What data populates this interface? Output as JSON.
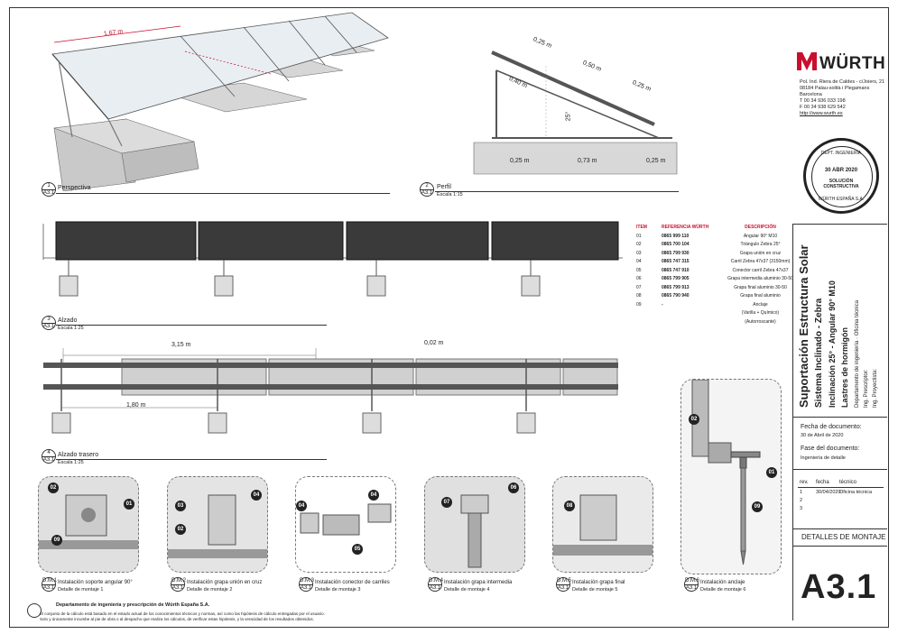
{
  "brand": {
    "name": "WÜRTH",
    "color": "#c8102e"
  },
  "address": {
    "lines": [
      "Pol. Ind. Riera de Caldes - c/Joiers, 21",
      "08184 Palau-solità i Plegamans",
      "Barcelona",
      "T 00 34 936 033 198",
      "F 00 34 938 629 542"
    ],
    "url": "http://www.wurth.es"
  },
  "stamp": {
    "top": "DEPT. INGENIERÍA",
    "date": "30 ABR 2020",
    "line1": "SOLUCIÓN",
    "line2": "CONSTRUCTIVA",
    "bottom": "WÜRTH   ESPAÑA S.A."
  },
  "dimensions": {
    "panel_width": "1,67 m",
    "profile_top": "0,25 m",
    "profile_mid": "0,50 m",
    "profile_right": "0,25 m",
    "profile_leg": "0,40 m",
    "angle": "25°",
    "base_left": "0,25 m",
    "base_mid": "0,73 m",
    "base_right": "0,25 m",
    "span": "3,15 m",
    "gap": "0,02 m",
    "spacing": "1,80 m"
  },
  "views": [
    {
      "num": "1",
      "sheet": "A3.1",
      "title": "Perspectiva",
      "scale": ""
    },
    {
      "num": "2",
      "sheet": "A3.1",
      "title": "Perfil",
      "scale": "Escala 1:15"
    },
    {
      "num": "3",
      "sheet": "A3.1",
      "title": "Alzado",
      "scale": "Escala 1:25"
    },
    {
      "num": "4",
      "sheet": "A3.1",
      "title": "Alzado trasero",
      "scale": "Escala 1:25"
    }
  ],
  "parts_table": {
    "headers": [
      "ITEM",
      "REFERENCIA WÜRTH",
      "DESCRIPCIÓN"
    ],
    "rows": [
      [
        "01",
        "0865 999 110",
        "Angular 90° M10"
      ],
      [
        "02",
        "0865 700 104",
        "Triángulo Zebra 25°"
      ],
      [
        "03",
        "0865 799 930",
        "Grapa unión en cruz"
      ],
      [
        "04",
        "0865 747 315",
        "Carril Zebra 47x37 (3150mm)"
      ],
      [
        "05",
        "0865 747 910",
        "Conector carril Zebra 47x37"
      ],
      [
        "06",
        "0865 799 905",
        "Grapa intermedia aluminio 30-50"
      ],
      [
        "07",
        "0865 799 913",
        "Grapa final aluminio 30-50"
      ],
      [
        "08",
        "0865 790 940",
        "Grapa final aluminio"
      ],
      [
        "09",
        "-",
        "Anclaje"
      ],
      [
        "",
        "",
        "(Varilla + Químico)"
      ],
      [
        "",
        "",
        "(Autorroscante)"
      ]
    ]
  },
  "title_block": {
    "title": "Suportación Estructura Solar",
    "sub1": "Sistema Inclinado - Zebra",
    "sub2": "Inclinación 25° - Angular 90° M10",
    "sub3": "Lastres de hormigón",
    "dept": "Departamento de ingeniería · Oficina técnica",
    "prescriptor": "Ing. Prescriptor:",
    "proyectista": "Ing. Proyectista:",
    "fecha_label": "Fecha de documento:",
    "fecha": "30 de Abril de 2020",
    "fase_label": "Fase del documento:",
    "fase": "Ingeniería de detalle",
    "rev_headers": [
      "rev.",
      "fecha",
      "técnico"
    ],
    "revs": [
      [
        "1",
        "30/04/2020",
        "Oficina técnica"
      ],
      [
        "2",
        "",
        ""
      ],
      [
        "3",
        "",
        ""
      ]
    ],
    "sheet_title": "DETALLES DE MONTAJE",
    "sheet_number": "A3.1"
  },
  "details": [
    {
      "code": "D.M.1",
      "sheet": "A3.1",
      "title": "Instalación soporte angular 90°",
      "sub": "Detalle de montaje 1",
      "callouts": [
        "02",
        "01",
        "09"
      ]
    },
    {
      "code": "D.M.2",
      "sheet": "A3.1",
      "title": "Instalación grapa unión en cruz",
      "sub": "Detalle de montaje 2",
      "callouts": [
        "04",
        "03",
        "02"
      ]
    },
    {
      "code": "D.M.3",
      "sheet": "A3.1",
      "title": "Instalación conector de carriles",
      "sub": "Detalle de montaje 3",
      "callouts": [
        "04",
        "04",
        "05"
      ]
    },
    {
      "code": "D.M.4",
      "sheet": "A3.1",
      "title": "Instalación grapa intermedia",
      "sub": "Detalle de montaje 4",
      "callouts": [
        "06",
        "07"
      ]
    },
    {
      "code": "D.M.5",
      "sheet": "A3.1",
      "title": "Instalación grapa final",
      "sub": "Detalle de montaje 5",
      "callouts": [
        "08"
      ]
    },
    {
      "code": "D.M.6",
      "sheet": "A3.1",
      "title": "Instalación anclaje",
      "sub": "Detalle de montaje 6",
      "callouts": [
        "02",
        "01",
        "09"
      ]
    }
  ],
  "footer": {
    "dept": "Departamento de ingeniería y prescripción de Würth España S.A.",
    "note1": "El conjunto de la cálculo está basado en el estado actual de los conocimientos técnicos y normas, así como las hipótesis de cálculo entregadas por el usuario.",
    "note2": "Solo y únicamente incumbe al pie de obra o al despacho que realiza los cálculos, de verificar estas hipótesis, y la veracidad de los resultados obtenidos."
  }
}
